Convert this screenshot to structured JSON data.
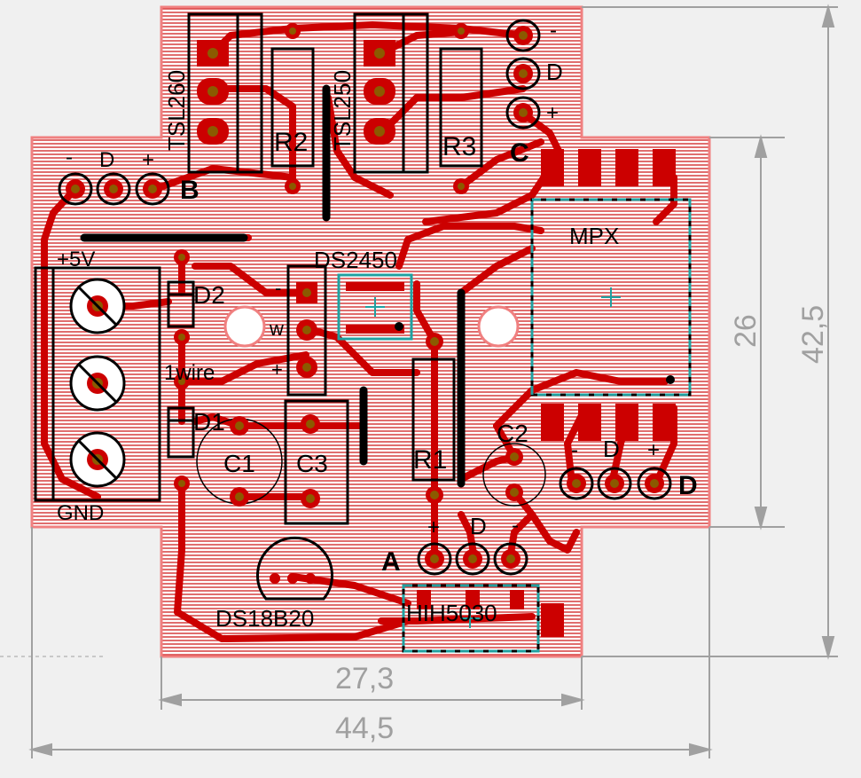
{
  "colors": {
    "background": "#f0f0f0",
    "board_fill": "#ffffff",
    "board_outline": "#f08080",
    "copper": "#cc0000",
    "copper_hatch": "#d23030",
    "pad_drill": "#8b5a00",
    "silkscreen": "#000000",
    "keepout": "#20a0a0",
    "dimension": "#a0a0a0"
  },
  "labels": {
    "tsl_left": "TSL260",
    "tsl_right": "TSL250",
    "r2": "R2",
    "r3": "R3",
    "r1": "R1",
    "c1": "C1",
    "c3": "C3",
    "c2": "C2",
    "d1": "D1",
    "d2": "D2",
    "ds2450": "DS2450",
    "mpx": "MPX",
    "ds18b20": "DS18B20",
    "hih5030": "HIH5030",
    "onewire": "1wire",
    "plus5v": "+5V",
    "gnd": "GND",
    "conn_a": "A",
    "conn_b": "B",
    "conn_c": "C",
    "conn_d": "D",
    "pin_minus": "-",
    "pin_d": "D",
    "pin_plus": "+",
    "pin_w": "w"
  },
  "dimensions": {
    "inner_width": "27,3",
    "outer_width": "44,5",
    "inner_height": "26",
    "outer_height": "42,5"
  }
}
